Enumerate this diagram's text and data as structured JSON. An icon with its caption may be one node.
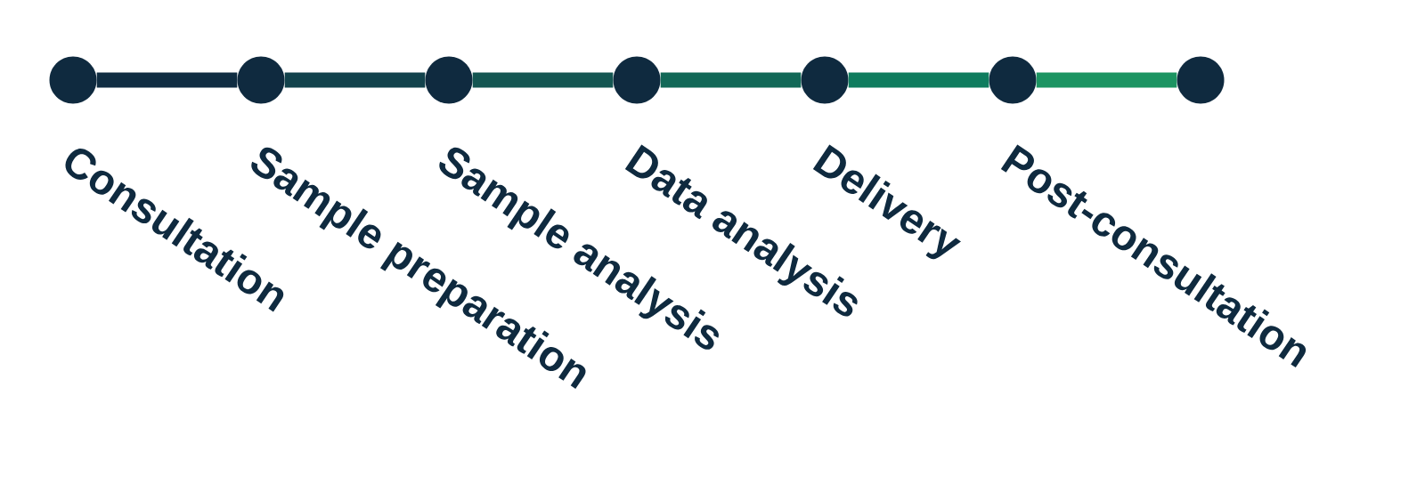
{
  "diagram": {
    "nodes": [
      {
        "text": [],
        "shape": "circle",
        "beside": [
          "Consultation"
        ]
      },
      {
        "text": [],
        "shape": "circle",
        "beside": [
          "Sample preparation"
        ]
      },
      {
        "text": [],
        "shape": "circle",
        "beside": [
          "Sample analysis"
        ]
      },
      {
        "text": [],
        "shape": "circle",
        "beside": [
          "Data analysis"
        ]
      },
      {
        "text": [],
        "shape": "circle",
        "beside": [
          "Delivery"
        ]
      },
      {
        "text": [],
        "shape": "circle",
        "beside": [
          "Post-consultation"
        ]
      },
      {
        "text": [],
        "shape": "circle"
      }
    ],
    "edges": [
      {
        "from": 0,
        "to": 1,
        "arrow": "none",
        "color": "#102d42"
      },
      {
        "from": 1,
        "to": 2,
        "arrow": "none",
        "color": "#12424c"
      },
      {
        "from": 2,
        "to": 3,
        "arrow": "none",
        "color": "#145652"
      },
      {
        "from": 3,
        "to": 4,
        "arrow": "none",
        "color": "#126857"
      },
      {
        "from": 4,
        "to": 5,
        "arrow": "none",
        "color": "#0f7c5e"
      },
      {
        "from": 5,
        "to": 6,
        "arrow": "none",
        "color": "#1c9462"
      }
    ]
  }
}
